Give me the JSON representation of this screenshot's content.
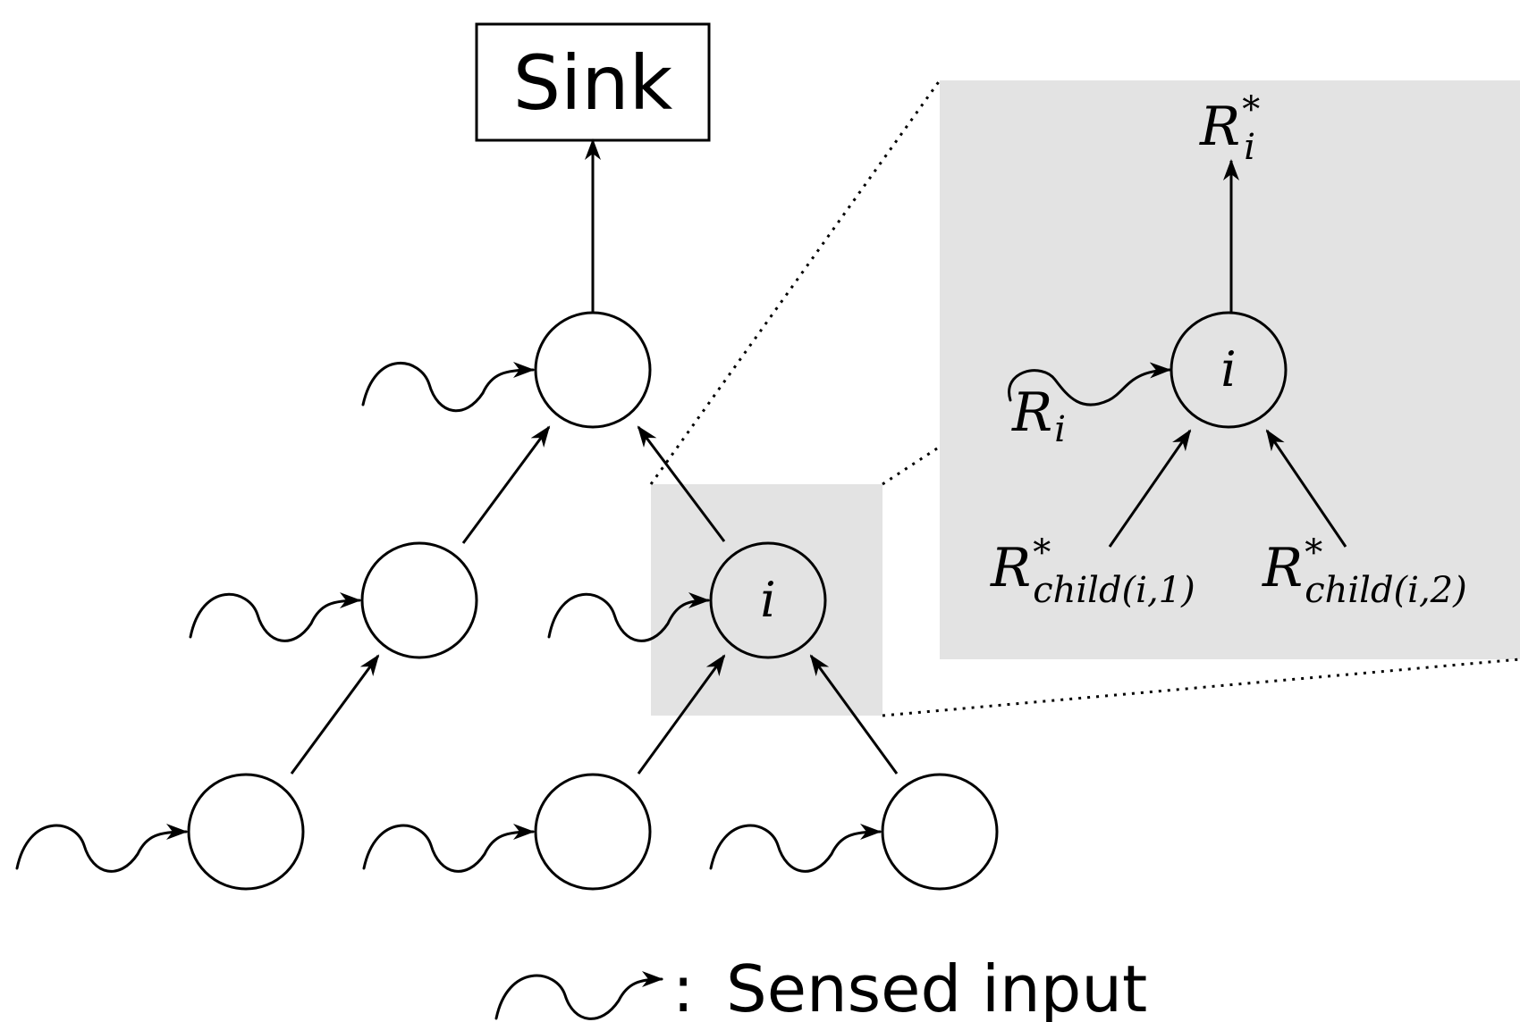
{
  "sink": {
    "label": "Sink"
  },
  "tree": {
    "highlight_node_label": "i"
  },
  "inset": {
    "node_label": "i",
    "output": {
      "base": "R",
      "sub": "i",
      "sup": "*"
    },
    "sensed": {
      "base": "R",
      "sub": "i"
    },
    "child1": {
      "base": "R",
      "sub": "child(i,1)",
      "sup": "*"
    },
    "child2": {
      "base": "R",
      "sub": "child(i,2)",
      "sup": "*"
    }
  },
  "legend": {
    "separator": ":",
    "label": "Sensed input"
  },
  "colors": {
    "highlight": "#e3e3e3",
    "stroke": "#000000",
    "background": "#ffffff"
  }
}
